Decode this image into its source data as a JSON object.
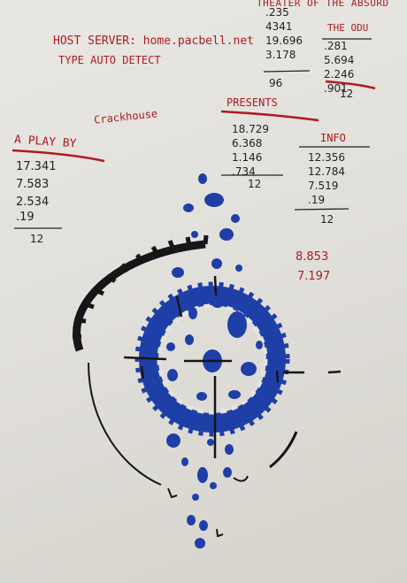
{
  "top_heading": "THEATER OF THE ABSURD",
  "host_server_line": "HOST SERVER: home.pacbell.net",
  "type_line": "TYPE AUTO DETECT",
  "left_label": "Crackhouse",
  "play_by_heading": "A PLAY BY",
  "presents_heading": "PRESENTS",
  "info_heading": "INFO",
  "odu_heading": "THE ODU",
  "col_topleft": {
    "values": [
      ".235",
      "4341",
      "19.696",
      "3.178"
    ],
    "total": "96"
  },
  "col_odu": {
    "values": [
      ".281",
      "5.694",
      "2.246",
      ".901"
    ],
    "total": "12"
  },
  "col_presents": {
    "values": [
      "18.729",
      "6.368",
      "1.146",
      ".734"
    ],
    "total": "12"
  },
  "col_info": {
    "values": [
      "12.356",
      "12.784",
      "7.519",
      ".19"
    ],
    "total": "12"
  },
  "col_playby": {
    "values": [
      "17.341",
      "7.583",
      "2.534",
      ".19"
    ],
    "total": "12"
  },
  "extra_numbers": [
    "8.853",
    "7.197"
  ],
  "colors": {
    "red_ink": "#b01a24",
    "blue_ink": "#1f3fa8",
    "black_ink": "#161618",
    "paper": "#e6e4df"
  }
}
